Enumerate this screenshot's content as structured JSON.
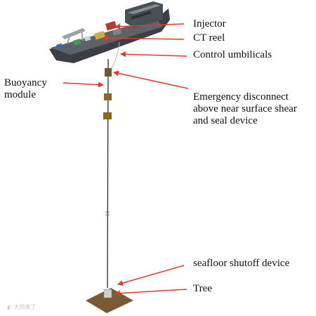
{
  "labels": {
    "injector": "Injector",
    "ct_reel": "CT reel",
    "control_umbilicals": "Control umbilicals",
    "buoyancy_module_line1": "Buoyancy",
    "buoyancy_module_line2": "module",
    "emergency_line1": "Emergency disconnect",
    "emergency_line2": "above near surface shear",
    "emergency_line3": "and seal device",
    "seafloor_shutoff": "seafloor shutoff device",
    "tree": "Tree"
  },
  "watermark": "大师来了",
  "colors": {
    "arrow": "#e03a2e",
    "text": "#111111",
    "hull": "#3b3f45",
    "deck": "#5d6168",
    "pipe": "#2b2b2b",
    "buoyancy": "#8a6a1e",
    "seabed": "#7a5a35"
  }
}
